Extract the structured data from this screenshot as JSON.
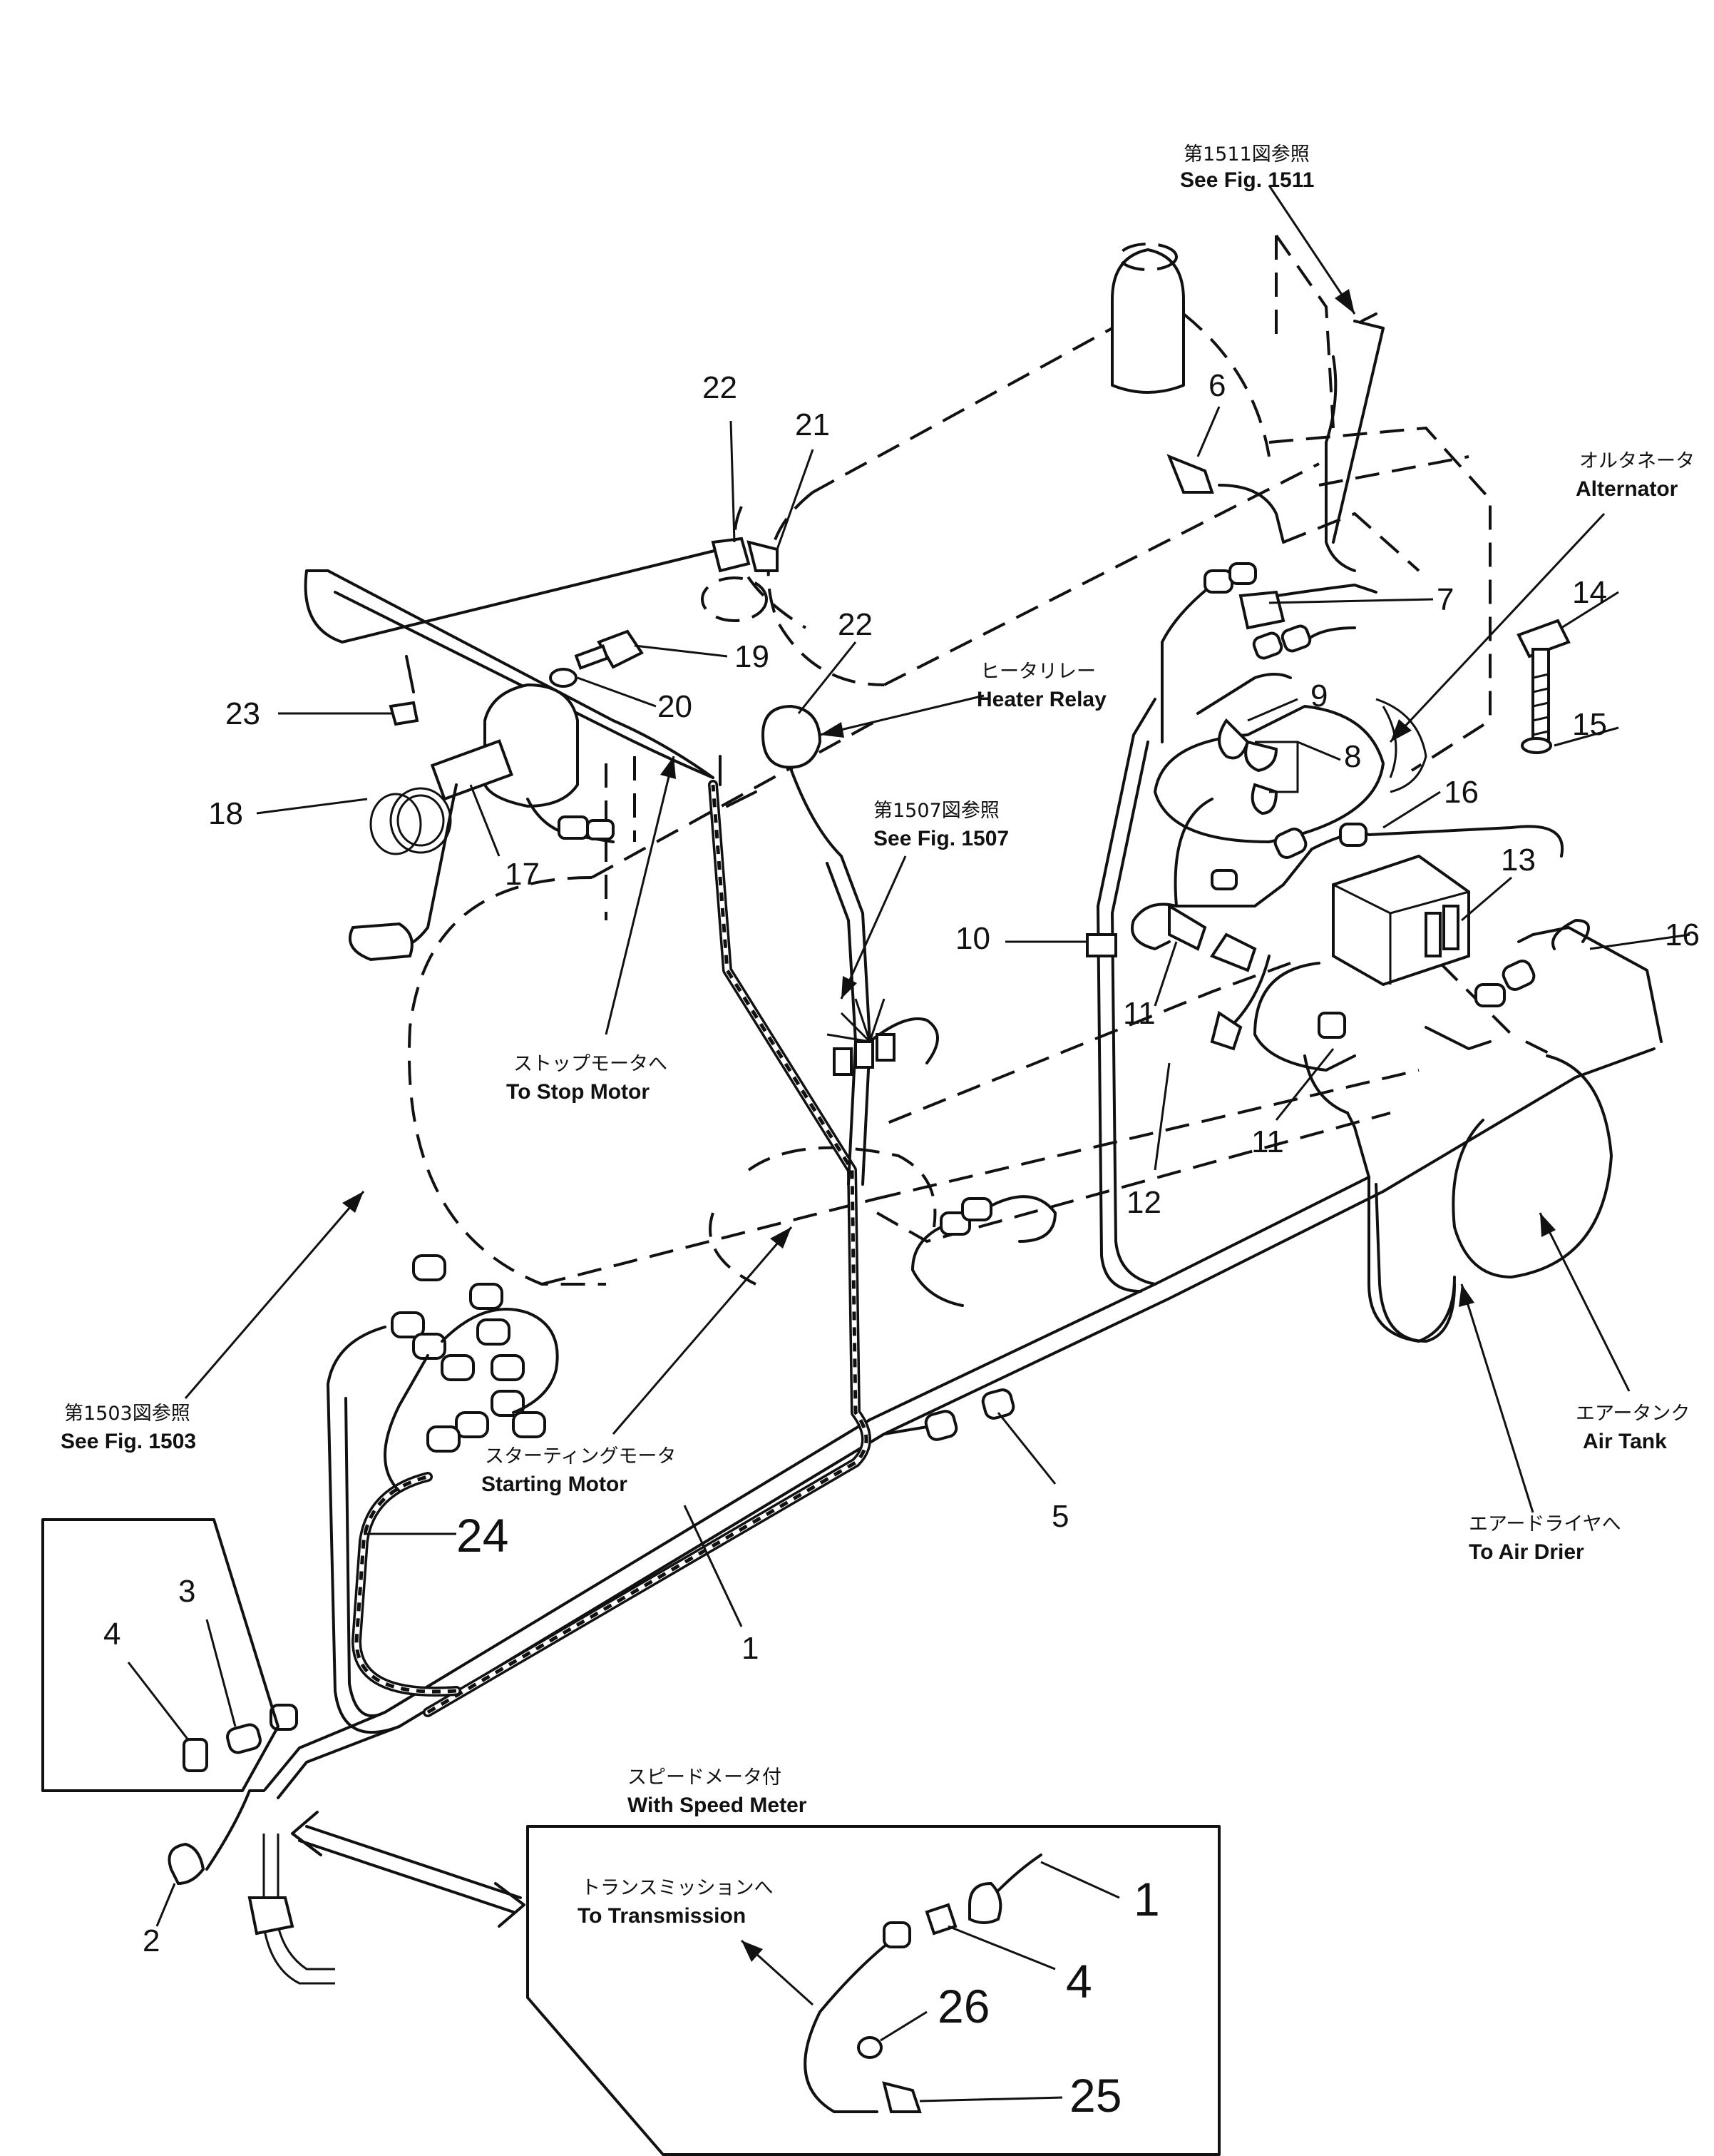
{
  "labels": {
    "see_1511_jp": "第1511図参照",
    "see_1511_en": "See Fig. 1511",
    "alternator_jp": "オルタネータ",
    "alternator_en": "Alternator",
    "heater_relay_jp": "ヒータリレー",
    "heater_relay_en": "Heater Relay",
    "see_1507_jp": "第1507図参照",
    "see_1507_en": "See Fig. 1507",
    "stop_motor_jp": "ストップモータへ",
    "stop_motor_en": "To Stop Motor",
    "see_1503_jp": "第1503図参照",
    "see_1503_en": "See Fig. 1503",
    "starting_motor_jp": "スターティングモータ",
    "starting_motor_en": "Starting Motor",
    "air_tank_jp": "エアータンク",
    "air_tank_en": "Air Tank",
    "air_drier_jp": "エアードライヤへ",
    "air_drier_en": "To Air Drier",
    "speed_meter_jp": "スピードメータ付",
    "speed_meter_en": "With Speed Meter",
    "transmission_jp": "トランスミッションへ",
    "transmission_en": "To Transmission"
  },
  "callouts": {
    "p1": "1",
    "p1b": "1",
    "p2": "2",
    "p3": "3",
    "p4": "4",
    "p4b": "4",
    "p5": "5",
    "p6": "6",
    "p7": "7",
    "p8": "8",
    "p9": "9",
    "p10": "10",
    "p11a": "11",
    "p11b": "11",
    "p12": "12",
    "p13": "13",
    "p14": "14",
    "p15": "15",
    "p16a": "16",
    "p16b": "16",
    "p17": "17",
    "p18": "18",
    "p19": "19",
    "p20": "20",
    "p21": "21",
    "p22a": "22",
    "p22b": "22",
    "p23": "23",
    "p24": "24",
    "p25": "25",
    "p26": "26"
  }
}
